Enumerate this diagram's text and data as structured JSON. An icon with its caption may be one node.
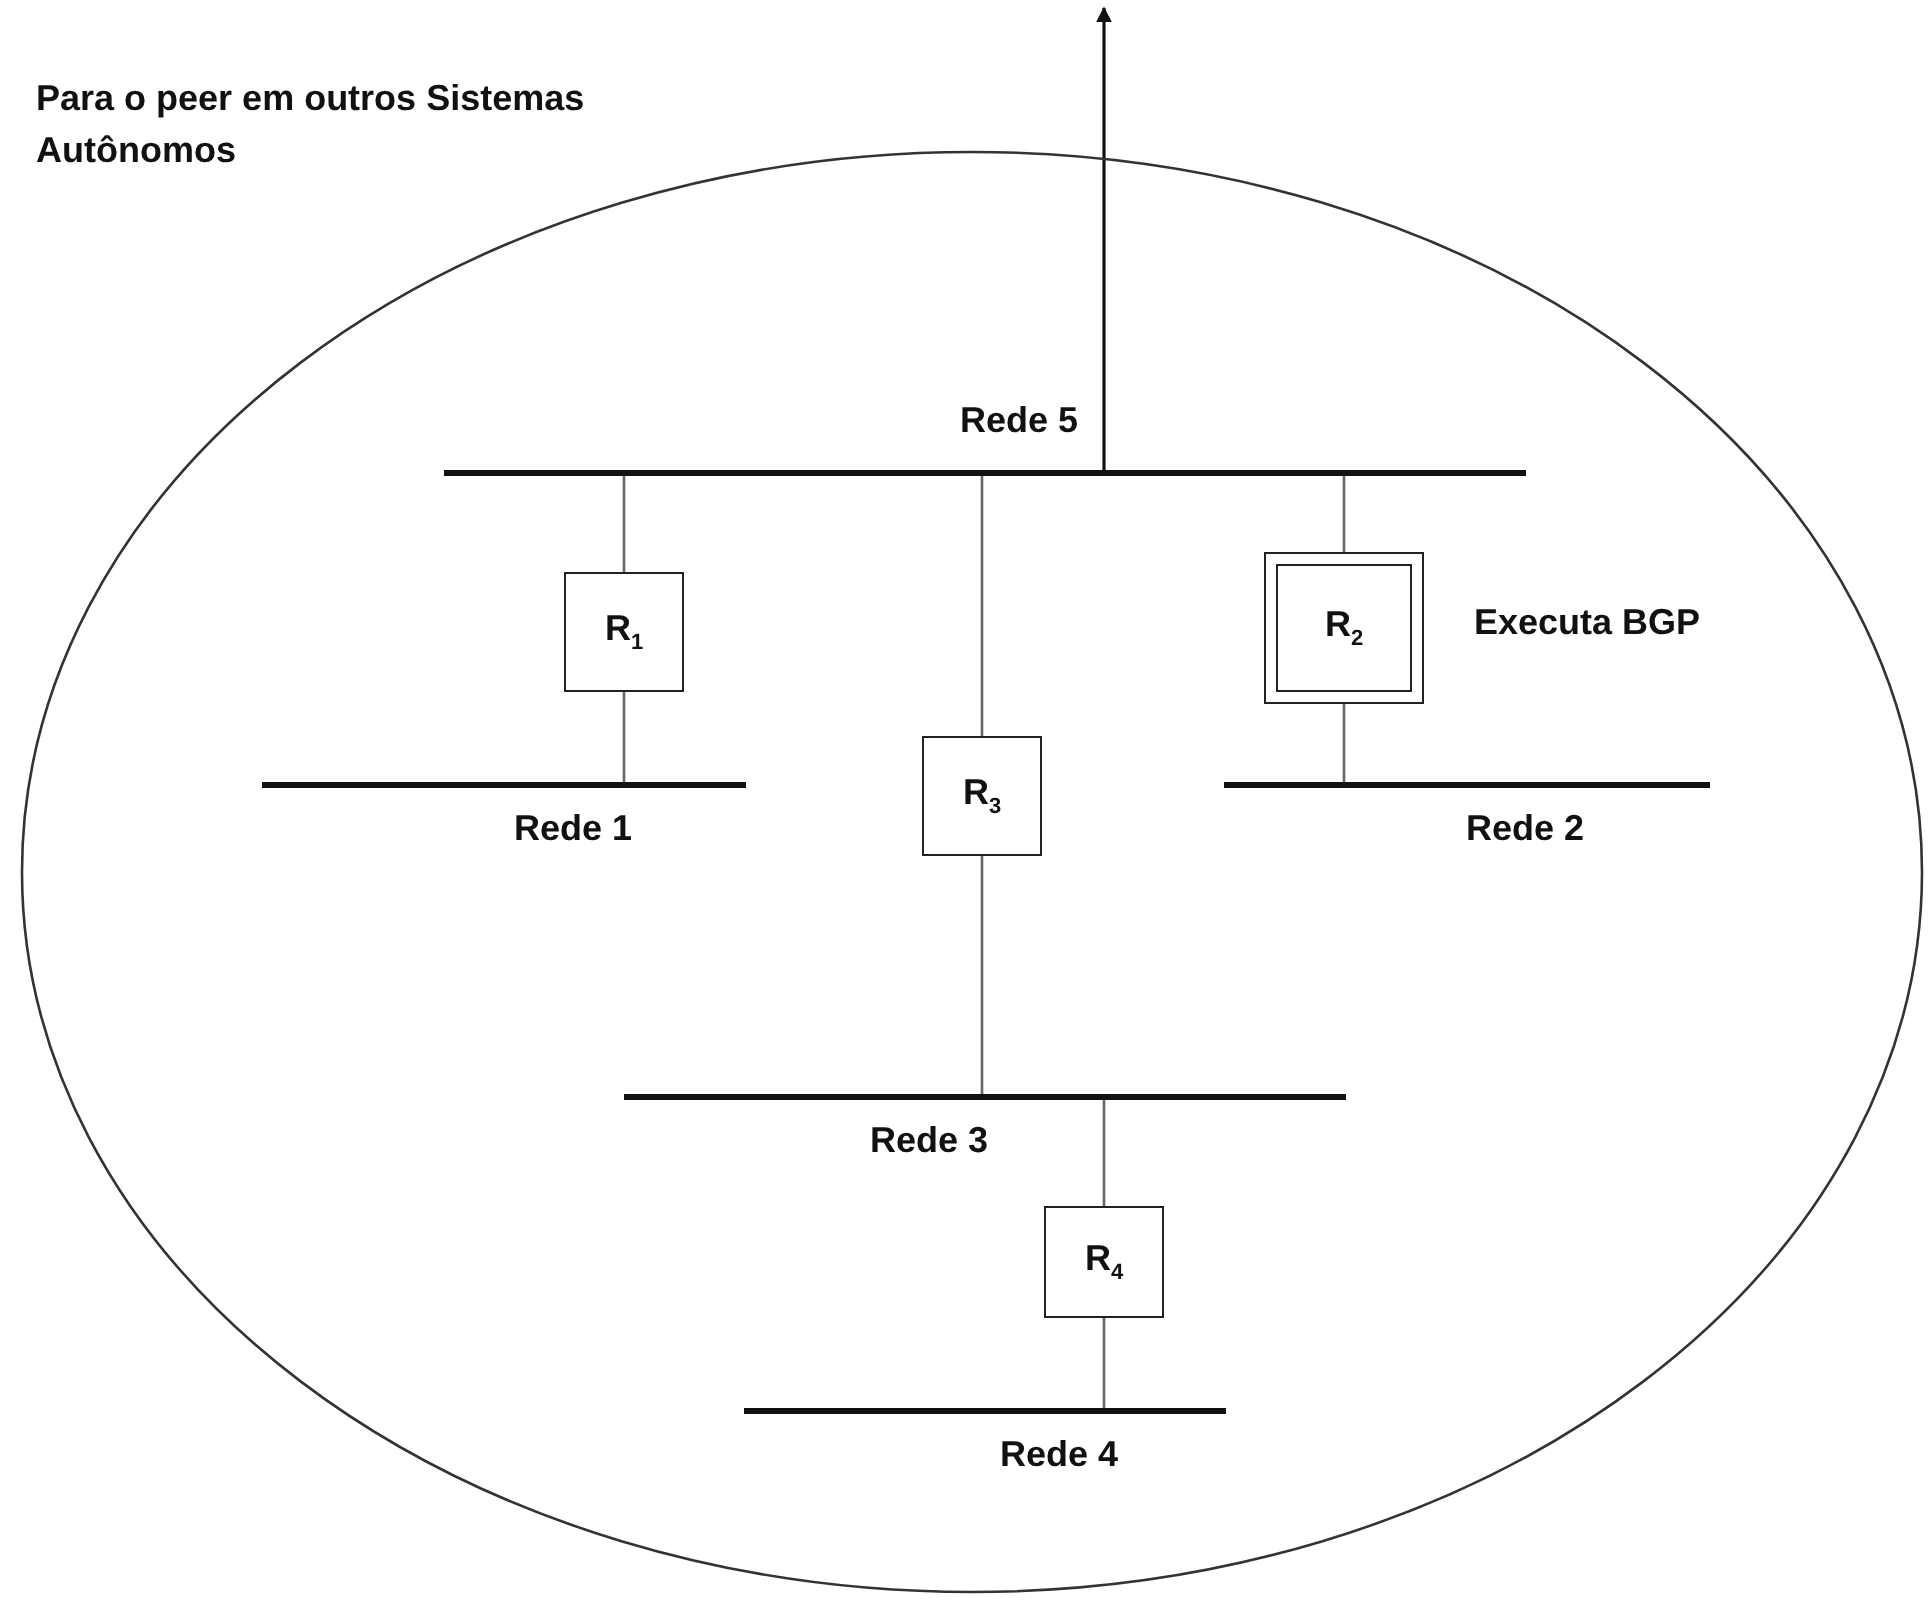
{
  "diagram": {
    "nodes": [
      {
        "text": [],
        "shape": "ellipse"
      },
      {
        "text": [
          "Rede 5"
        ],
        "in": 0
      },
      {
        "text": [
          "R$_{1}$"
        ],
        "in": 0
      },
      {
        "text": [
          "R$_{2}$"
        ],
        "in": 0,
        "beside": [
          "Executa BGP"
        ]
      },
      {
        "text": [
          "Rede 1"
        ],
        "in": 0
      },
      {
        "text": [
          "R$_{3}$"
        ],
        "in": 0
      },
      {
        "text": [
          "Rede 2"
        ],
        "in": 0
      },
      {
        "text": [
          "Rede 3"
        ],
        "in": 0
      },
      {
        "text": [
          "R$_{4}$"
        ],
        "in": 0
      },
      {
        "text": [
          "Rede 4"
        ],
        "in": 0
      }
    ],
    "edges": [
      {
        "from": 1,
        "to": 2,
        "arrow": "none"
      },
      {
        "from": 2,
        "to": 4,
        "arrow": "none"
      },
      {
        "from": 1,
        "to": 5,
        "arrow": "none"
      },
      {
        "from": 5,
        "to": 7,
        "arrow": "none"
      },
      {
        "from": 1,
        "to": 3,
        "arrow": "none"
      },
      {
        "from": 3,
        "to": 6,
        "arrow": "none"
      },
      {
        "from": 7,
        "to": 8,
        "arrow": "none"
      },
      {
        "from": 8,
        "to": 9,
        "arrow": "none"
      },
      {
        "from": 1,
        "to": null,
        "arrow": "to"
      }
    ],
    "labels": [
      "Para o peer em outros Sistemas Autônomos"
    ]
  }
}
